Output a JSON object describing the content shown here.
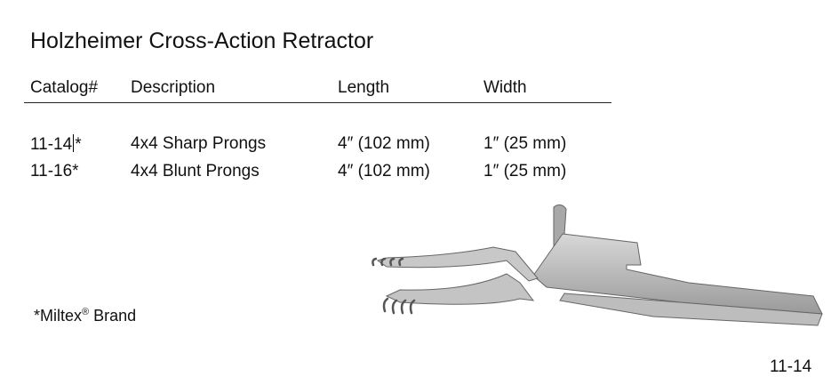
{
  "title": "Holzheimer Cross-Action Retractor",
  "table": {
    "headers": [
      "Catalog#",
      "Description",
      "Length",
      "Width"
    ],
    "rows": [
      {
        "catalog": "11-14",
        "mark": "*",
        "description": "4x4 Sharp Prongs",
        "length": "4″ (102 mm)",
        "width": "1″ (25 mm)"
      },
      {
        "catalog": "11-16*",
        "description": "4x4 Blunt Prongs",
        "length": "4″ (102 mm)",
        "width": "1″ (25 mm)"
      }
    ]
  },
  "footnote": {
    "prefix": "*Miltex",
    "reg": "®",
    "suffix": " Brand"
  },
  "page_number": "11-14"
}
